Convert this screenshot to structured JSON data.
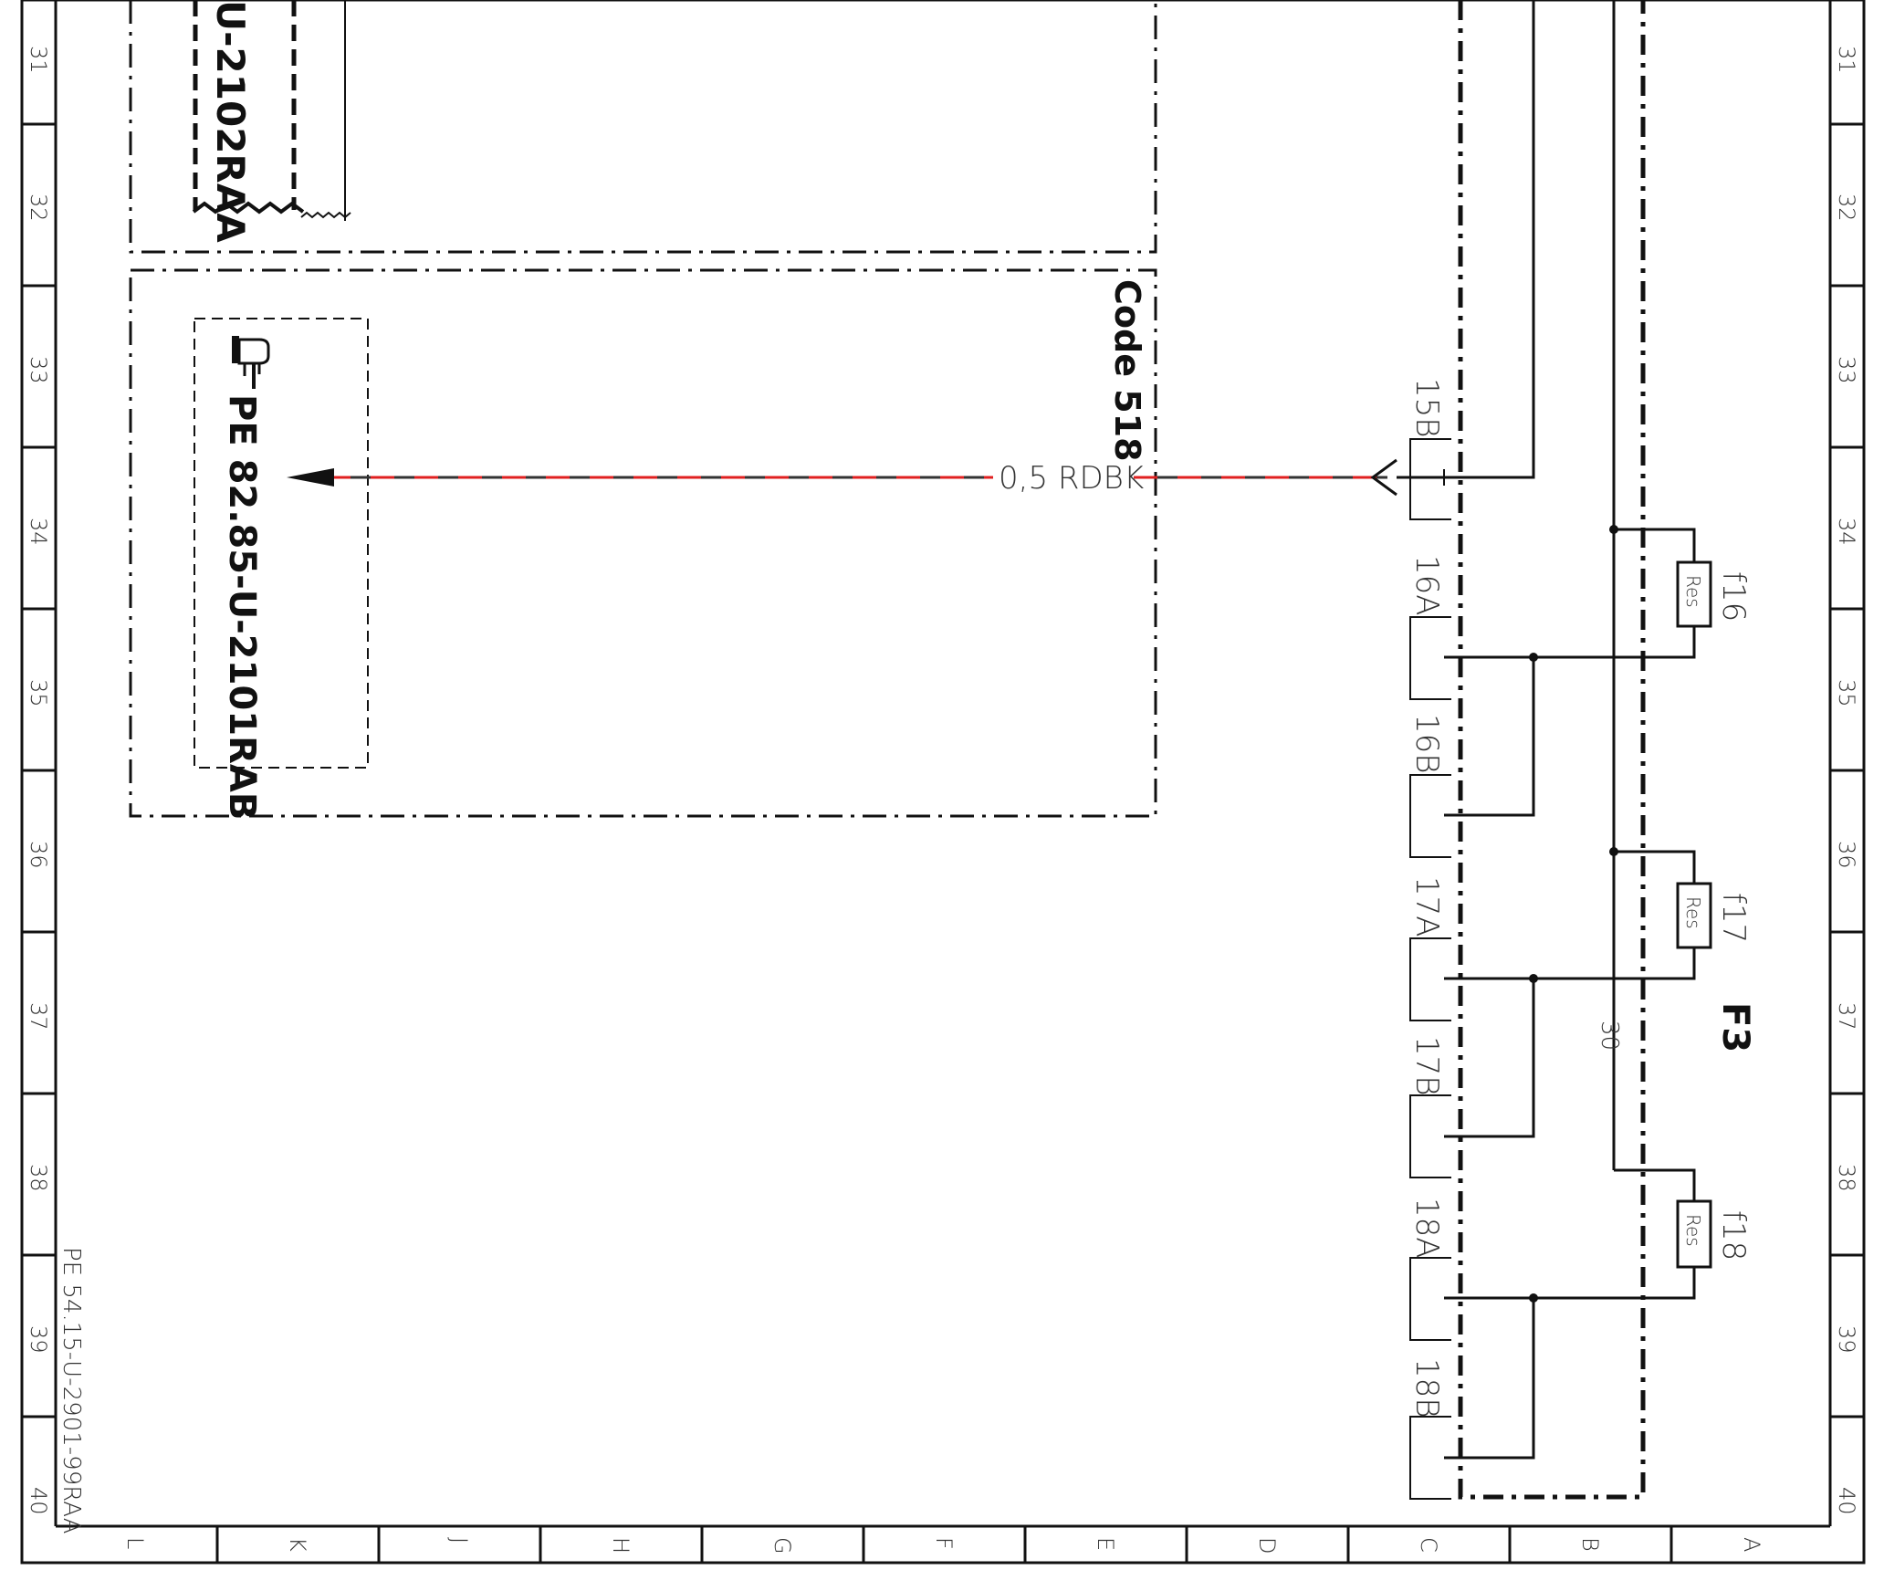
{
  "rows": [
    "31",
    "32",
    "33",
    "34",
    "35",
    "36",
    "37",
    "38",
    "39",
    "40"
  ],
  "columns": [
    "L",
    "K",
    "J",
    "H",
    "G",
    "F",
    "E",
    "D",
    "C",
    "B",
    "A"
  ],
  "reference_top": "U-2102RAA",
  "code_box": {
    "label": "Code 518"
  },
  "reference_main": "PE 82.85-U-2101RAB",
  "wire_label": "0,5 RDBK",
  "wire_colors": {
    "red": "#e02020",
    "black": "#333333"
  },
  "connectors": [
    "15B",
    "16A",
    "16B",
    "17A",
    "17B",
    "18A",
    "18B"
  ],
  "fuse_block": {
    "label": "F3",
    "bus_label": "30"
  },
  "fuses": [
    {
      "id": "f16",
      "body": "Res"
    },
    {
      "id": "f17",
      "body": "Res"
    },
    {
      "id": "f18",
      "body": "Res"
    }
  ],
  "sheet_reference": "PE 54.15-U-2901-99RAA",
  "icons": {
    "hand": "pointing-hand-icon",
    "arrow": "arrowhead-icon"
  }
}
